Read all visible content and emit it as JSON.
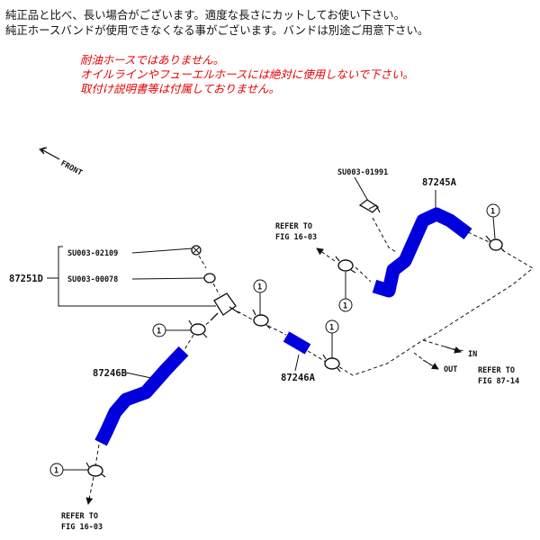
{
  "notes": {
    "line1": "純正品と比べ、長い場合がございます。適度な長さにカットしてお使い下さい。",
    "line2": "純正ホースバンドが使用できなくなる事がございます。バンドは別途ご用意下さい。"
  },
  "warnings": {
    "line1": "耐油ホースではありません。",
    "line2": "オイルラインやフューエルホースには絶対に使用しないで下さい。",
    "line3": "取付け説明書等は付属しておりません。"
  },
  "labels": {
    "front": "FRONT",
    "su_01991": "SU003-01991",
    "p87245A": "87245A",
    "refer_top_1": "REFER TO",
    "refer_top_2": "FIG 16-03",
    "su_02109": "SU003-02109",
    "p87251D": "87251D",
    "su_00078": "SU003-00078",
    "p87246B": "87246B",
    "p87246A": "87246A",
    "out": "OUT",
    "in": "IN",
    "refer_right_1": "REFER TO",
    "refer_right_2": "FIG 87-14",
    "refer_bottom_1": "REFER TO",
    "refer_bottom_2": "FIG 16-03",
    "callout": "1"
  },
  "colors": {
    "hose": "#0000dd",
    "warning_text": "#e60000",
    "line": "#111111"
  }
}
